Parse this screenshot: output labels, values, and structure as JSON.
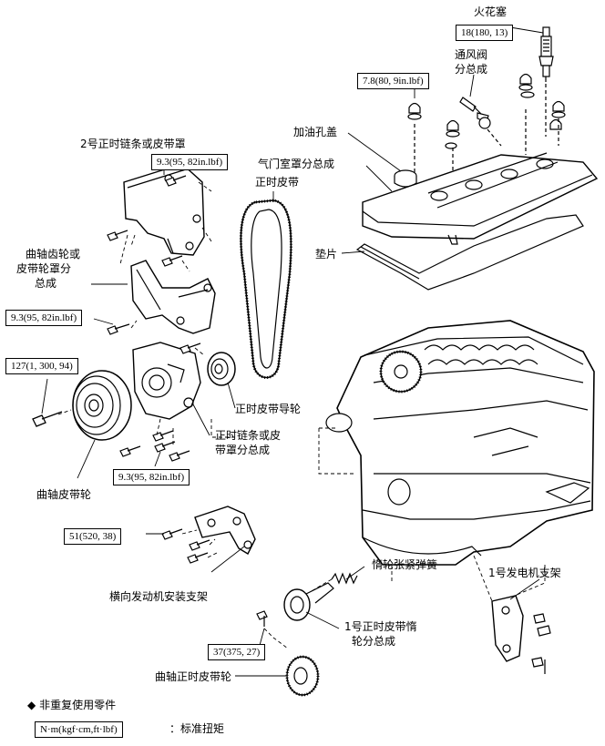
{
  "torque_specs": {
    "spark_plug": "18(180, 13)",
    "head_cover_nut": "7.8(80, 9in.lbf)",
    "no2_cover_bolt": "9.3(95, 82in.lbf)",
    "sprocket_cover_bolt": "9.3(95, 82in.lbf)",
    "crank_pulley_bolt": "127(1, 300, 94)",
    "chain_cover_bolt": "9.3(95, 82in.lbf)",
    "mount_bracket_bolt": "51(520, 38)",
    "idler_bolt": "37(375, 27)"
  },
  "parts": {
    "spark_plug": "火花塞",
    "pcv_valve": [
      "通风阀",
      "分总成"
    ],
    "oil_filler_cap": "加油孔盖",
    "head_cover": "气门室罩分总成",
    "timing_belt": "正时皮带",
    "no2_chain_cover": "2号正时链条或皮带罩",
    "crank_sprocket_cover": [
      "曲轴齿轮或",
      "皮带轮罩分",
      "总成"
    ],
    "gasket": "垫片",
    "belt_guide": "正时皮带导轮",
    "chain_cover_sub": [
      "正时链条或皮",
      "带罩分总成"
    ],
    "crank_pulley": "曲轴皮带轮",
    "mount_bracket": "横向发动机安装支架",
    "tension_spring": "惰轮张紧弹簧",
    "no1_alternator_bracket": "1号发电机支架",
    "no1_idler": [
      "1号正时皮带惰",
      "轮分总成"
    ],
    "crank_timing_pulley": "曲轴正时皮带轮"
  },
  "legend": {
    "non_reusable_marker": "◆",
    "non_reusable_text": "非重复使用零件",
    "torque_unit_box": "N·m(kgf·cm,ft·lbf)",
    "torque_unit_text": "：标准扭矩"
  }
}
